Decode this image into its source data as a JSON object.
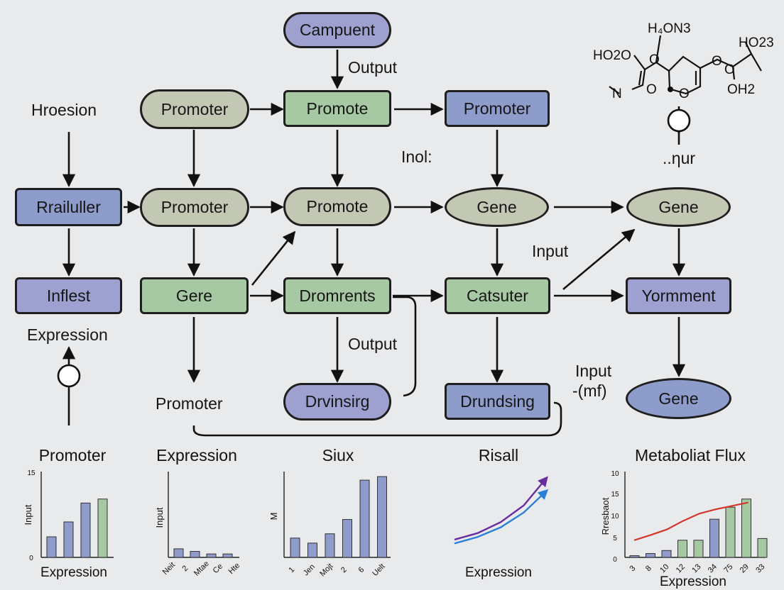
{
  "colors": {
    "background": "#e9eaec",
    "olive": "#c3c8b4",
    "green": "#a6c9a3",
    "blue": "#8e9ccb",
    "purple": "#9ea0d0",
    "stroke": "#1f1f1f",
    "bar_blue": "#8f9bcb",
    "bar_green": "#a6c9a3",
    "line_purple": "#6a2da0",
    "line_blue": "#2a7fd6",
    "line_red": "#d2372b"
  },
  "nodes": {
    "campuent": "Campuent",
    "promoter_top_left": "Promoter",
    "promote_top_center": "Promote",
    "promoter_top_right": "Promoter",
    "rrailuller": "Rrailuller",
    "promoter_mid_left": "Promoter",
    "promote_mid_center": "Promote",
    "gene_mid": "Gene",
    "gene_right": "Gene",
    "inflest": "Inflest",
    "gere": "Gere",
    "dromrents": "Dromrents",
    "catsuter": "Catsuter",
    "yormment": "Yormment",
    "drvinsirg": "Drvinsirg",
    "drundsing": "Drundsing",
    "gene_bottom": "Gene"
  },
  "labels": {
    "output_top": "Output",
    "hroesion": "Hroesion",
    "inol": "Inol:",
    "nur": "..ηur",
    "input_mid": "Input",
    "expression_left": "Expression",
    "output_mid": "Output",
    "input_right": "Input",
    "mf": "-(mf)",
    "promoter_bottom": "Promoter"
  },
  "molecule": {
    "h_on3": "H₄ON3",
    "ho2o": "HO2O",
    "ho23": "HO23",
    "oh2": "OH2",
    "n": "N",
    "o1": "O",
    "o2": "O",
    "o3": "O",
    "o4": "O",
    "o5": "O"
  },
  "chart_data": [
    {
      "type": "bar",
      "title": "Promoter",
      "xlabel": "Expression",
      "ylabel": "Input",
      "yticks": [
        "0",
        "15"
      ],
      "values": [
        3.6,
        6.2,
        9.5,
        10.2
      ],
      "colors": [
        "bar_blue",
        "bar_blue",
        "bar_blue",
        "bar_green"
      ],
      "ylim": [
        0,
        15
      ]
    },
    {
      "type": "bar",
      "title": "Expression",
      "xlabel": "",
      "ylabel": "Input",
      "categories": [
        "Neit",
        "2",
        "Mtae",
        "Ce",
        "Hte"
      ],
      "values": [
        1.0,
        0.7,
        0.4,
        0.4
      ],
      "colors": [
        "bar_blue",
        "bar_blue",
        "bar_blue",
        "bar_blue"
      ],
      "ylim": [
        0,
        10
      ]
    },
    {
      "type": "bar",
      "title": "Siux",
      "xlabel": "",
      "ylabel": "M",
      "categories": [
        "1",
        "Jen",
        "Mojt",
        "2",
        "6",
        "Uelt"
      ],
      "values": [
        2.7,
        2.0,
        3.3,
        5.3,
        10.8,
        11.3
      ],
      "colors": [
        "bar_blue",
        "bar_blue",
        "bar_blue",
        "bar_blue",
        "bar_blue",
        "bar_blue"
      ],
      "ylim": [
        0,
        12
      ]
    },
    {
      "type": "line",
      "title": "Risall",
      "xlabel": "Expression",
      "series": [
        {
          "color": "line_purple",
          "values": [
            0,
            1.0,
            2.7,
            5.3,
            9.6
          ]
        },
        {
          "color": "line_blue",
          "values": [
            -0.6,
            0.4,
            1.9,
            4.2,
            7.6
          ]
        }
      ],
      "ylim": [
        -1,
        10
      ]
    },
    {
      "type": "bar",
      "title": "Metaboliat Flux",
      "xlabel": "Expression",
      "ylabel": "Rresbaot",
      "categories": [
        "3",
        "8",
        "10",
        "12",
        "13",
        "34",
        "75",
        "29",
        "33"
      ],
      "yticks": [
        "0",
        "5",
        "10",
        "15",
        "10"
      ],
      "values": [
        0.4,
        0.9,
        1.6,
        4.0,
        4.0,
        8.9,
        11.7,
        13.6,
        4.4
      ],
      "colors": [
        "bar_blue",
        "bar_blue",
        "bar_blue",
        "bar_green",
        "bar_green",
        "bar_blue",
        "bar_green",
        "bar_green",
        "bar_green"
      ],
      "line": [
        4.0,
        5.2,
        6.5,
        8.5,
        10.2,
        11.2,
        12.0,
        12.8
      ],
      "line_color": "line_red",
      "ylim": [
        0,
        20
      ]
    }
  ]
}
